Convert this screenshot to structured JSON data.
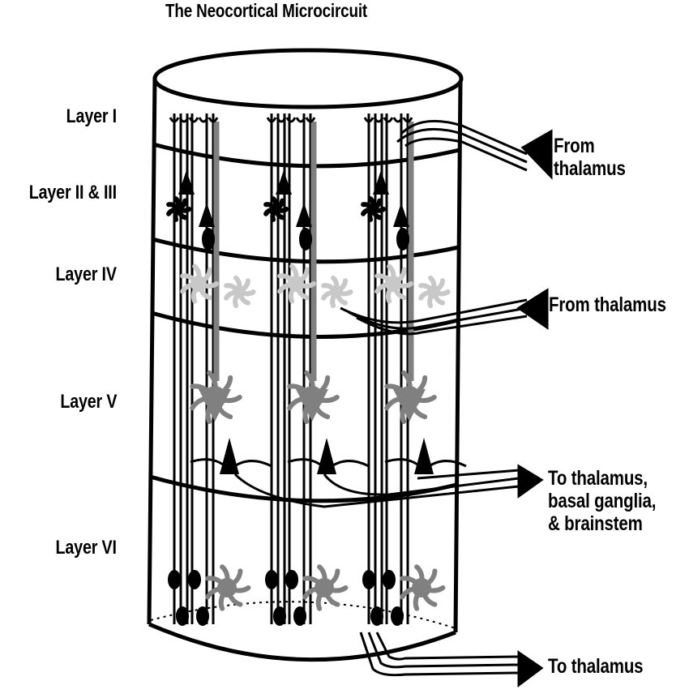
{
  "title": "The Neocortical Microcircuit",
  "layers": [
    "Layer I",
    "Layer II & III",
    "Layer IV",
    "Layer V",
    "Layer VI"
  ],
  "connections": {
    "in_layer1": [
      "From",
      "thalamus"
    ],
    "in_layer4": "From thalamus",
    "out_layer5": [
      "To thalamus,",
      "basal ganglia,",
      "& brainstem"
    ],
    "out_layer6": "To thalamus"
  },
  "colors": {
    "ink": "#000000",
    "gray_cells": "#808080",
    "light_cells": "#c8c8c8",
    "background": "#ffffff"
  }
}
